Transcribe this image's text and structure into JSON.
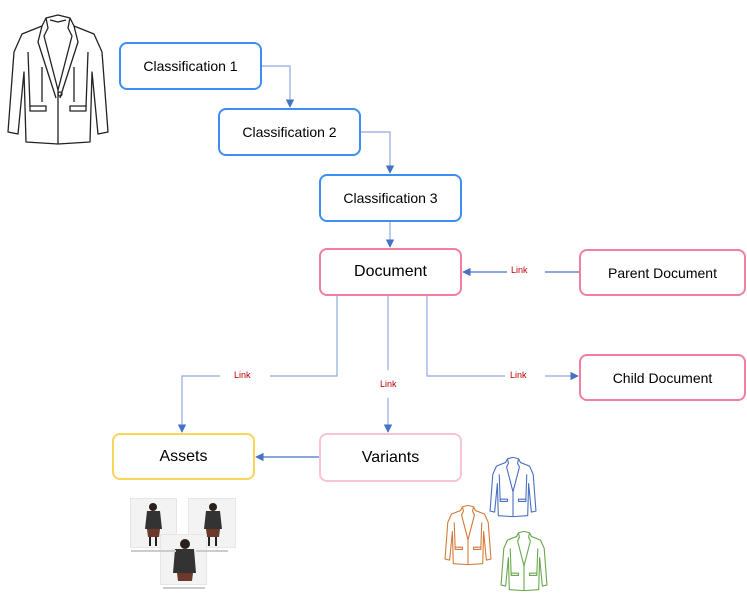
{
  "diagram": {
    "nodes": {
      "classification1": "Classification 1",
      "classification2": "Classification 2",
      "classification3": "Classification 3",
      "document": "Document",
      "parent_document": "Parent Document",
      "child_document": "Child Document",
      "variants": "Variants",
      "assets": "Assets"
    },
    "edge_labels": {
      "parent_to_document": "Link",
      "document_to_assets": "Link",
      "document_to_variants": "Link",
      "document_to_child": "Link"
    },
    "colors": {
      "classification_border": "#3d8ef0",
      "document_border": "#f07fa2",
      "variants_border": "#f8c3d2",
      "assets_border": "#fbd45a",
      "arrow": "#4472c4",
      "link_label": "#c00000"
    },
    "illustrations": {
      "main_jacket": "jacket-sketch-icon",
      "variant_jackets": [
        "blue-jacket-sketch",
        "orange-jacket-sketch",
        "green-jacket-sketch"
      ],
      "asset_photos": 3
    }
  }
}
